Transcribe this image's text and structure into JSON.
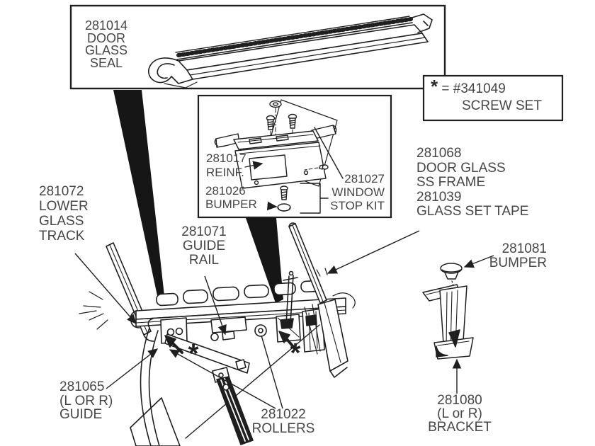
{
  "colors": {
    "background": "#ffffff",
    "line": "#1f1f1f",
    "text": "#464646"
  },
  "callouts": {
    "door_glass_seal": {
      "part_number": "281014",
      "line1": "DOOR",
      "line2": "GLASS",
      "line3": "SEAL"
    },
    "screw_set": {
      "star": "*",
      "equals": "=",
      "part_number": "#341049",
      "name": "SCREW SET"
    },
    "reinforcement": {
      "part_number": "281017",
      "name": "REINF."
    },
    "window_stop_bumper": {
      "part_number": "281026",
      "name": "BUMPER"
    },
    "window_stop_kit": {
      "part_number": "281027",
      "line1": "WINDOW",
      "line2": "STOP KIT"
    },
    "door_glass_frame": {
      "line1": "281068",
      "line2": "DOOR GLASS",
      "line3": "SS FRAME",
      "line4": "281039",
      "line5": "GLASS SET TAPE"
    },
    "lower_glass_track": {
      "part_number": "281072",
      "line1": "LOWER",
      "line2": "GLASS",
      "line3": "TRACK"
    },
    "guide_rail": {
      "part_number": "281071",
      "line1": "GUIDE",
      "line2": "RAIL"
    },
    "upper_bumper": {
      "part_number": "281081",
      "name": "BUMPER"
    },
    "bracket": {
      "part_number": "281080",
      "line1": "(L or R)",
      "line2": "BRACKET"
    },
    "guide": {
      "part_number": "281065",
      "line1": "(L OR R)",
      "line2": "GUIDE"
    },
    "rollers": {
      "part_number": "281022",
      "name": "ROLLERS"
    },
    "screw_marker": "*"
  }
}
